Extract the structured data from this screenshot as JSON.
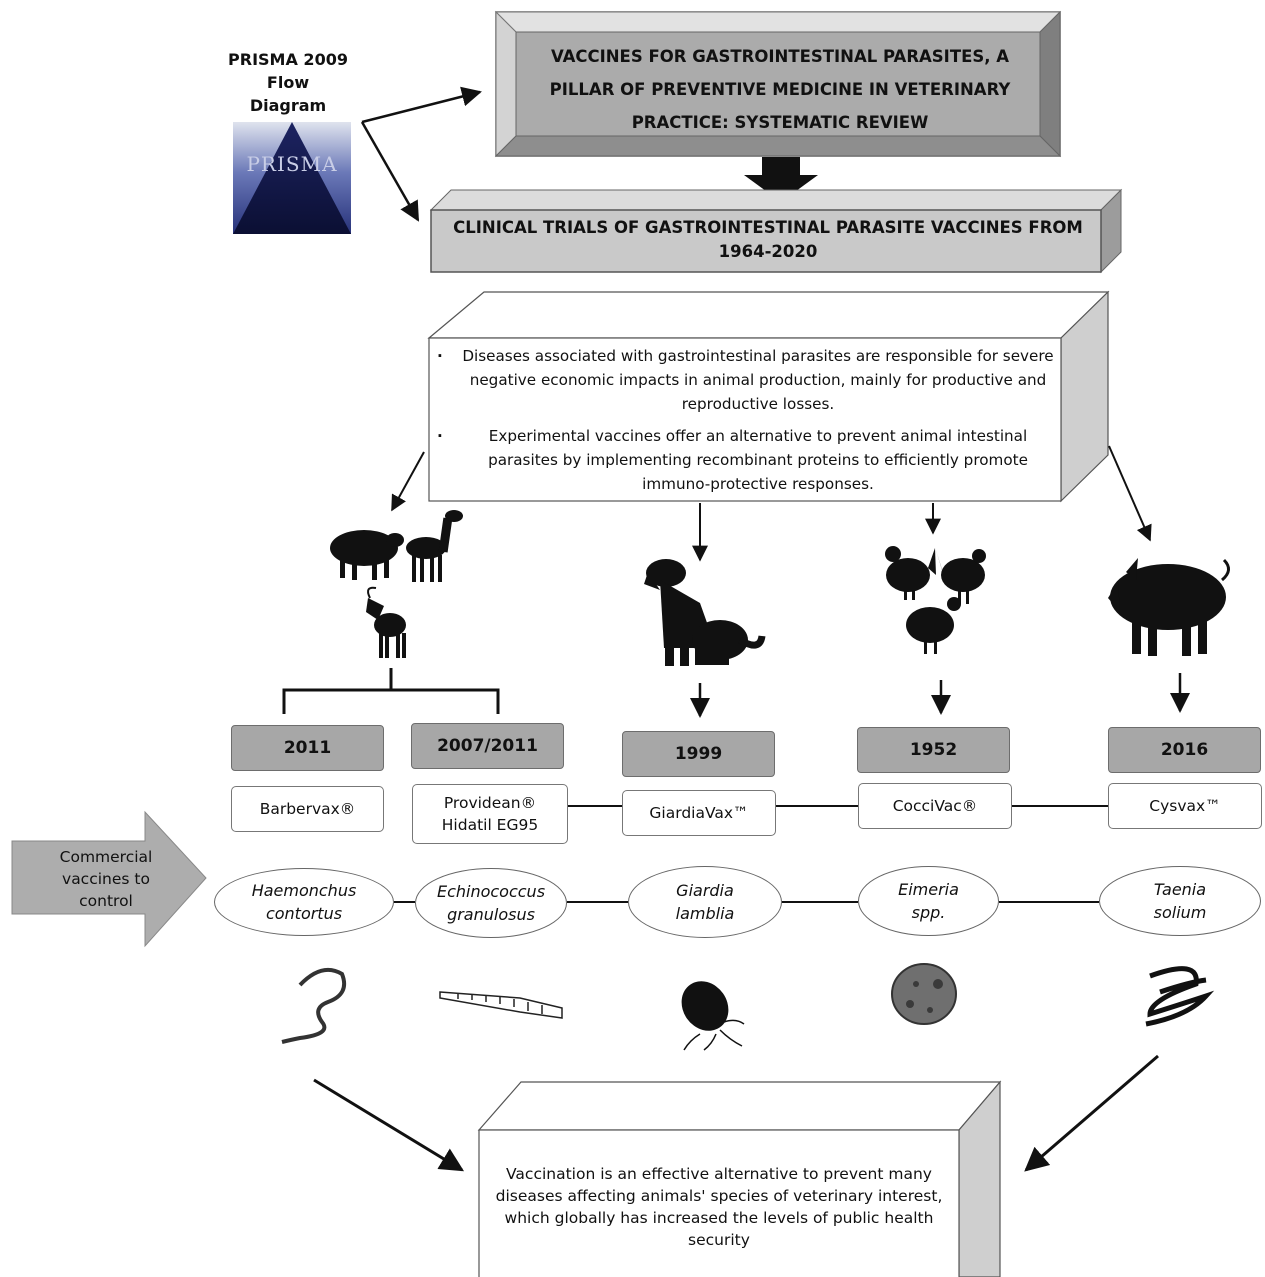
{
  "prisma": {
    "label": "PRISMA 2009 Flow Diagram",
    "logo_word": "PRISMA"
  },
  "title": "VACCINES FOR GASTROINTESTINAL PARASITES, A PILLAR OF PREVENTIVE MEDICINE IN VETERINARY PRACTICE: SYSTEMATIC REVIEW",
  "trials": "CLINICAL TRIALS OF GASTROINTESTINAL PARASITE VACCINES FROM 1964-2020",
  "info": [
    "Diseases associated with gastrointestinal parasites are responsible for severe negative economic impacts in animal production, mainly for productive and reproductive losses.",
    "Experimental vaccines offer an alternative to prevent animal intestinal parasites by implementing recombinant proteins to efficiently promote immuno-protective responses."
  ],
  "commercial_label": "Commercial vaccines to control",
  "columns": [
    {
      "year": "2011",
      "vaccine": "Barbervax®",
      "parasite": "Haemonchus contortus"
    },
    {
      "year": "2007/2011",
      "vaccine": "Providean® Hidatil EG95",
      "parasite": "Echinococcus granulosus"
    },
    {
      "year": "1999",
      "vaccine": "GiardiaVax™",
      "parasite": "Giardia lamblia"
    },
    {
      "year": "1952",
      "vaccine": "CocciVac®",
      "parasite": "Eimeria spp."
    },
    {
      "year": "2016",
      "vaccine": "Cysvax™",
      "parasite": "Taenia solium"
    }
  ],
  "animal_icons": [
    "sheep-icon",
    "llama-icon",
    "goat-icon",
    "dog-icon",
    "chicken-icon",
    "turkey-icon",
    "pig-icon"
  ],
  "parasite_icons": [
    "worm-icon",
    "tapeworm-icon",
    "giardia-icon",
    "oocyst-icon",
    "taenia-icon"
  ],
  "conclusion": "Vaccination is an effective alternative to prevent many diseases affecting animals' species of veterinary interest, which globally has increased the levels of public health security",
  "colors": {
    "box_gray": "#a7a7a7",
    "box_shadow": "#8a8a8a",
    "block_side": "#cfcfcf",
    "arrow": "#111111"
  }
}
